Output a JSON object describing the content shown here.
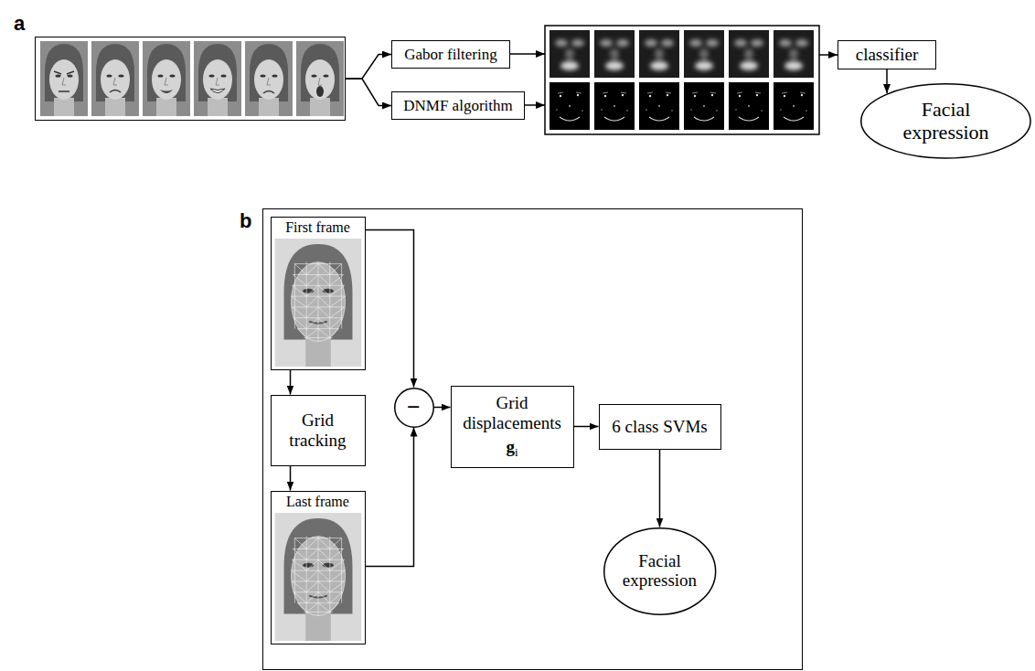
{
  "diagram": {
    "nodes": [
      {
        "text": [
          "a"
        ]
      },
      {
        "text": [
          "Gabor filtering"
        ]
      },
      {
        "text": [
          "DNMF algorithm"
        ]
      },
      {
        "text": [
          "classifier"
        ]
      },
      {
        "text": [
          "Facial expression"
        ]
      },
      {
        "text": [
          "b"
        ]
      },
      {
        "text": [
          "First frame"
        ],
        "in": 5
      },
      {
        "text": [
          "Grid tracking"
        ],
        "in": 5
      },
      {
        "text": [
          "Last frame"
        ],
        "in": 5
      },
      {
        "text": [
          "−"
        ],
        "in": 5
      },
      {
        "text": [
          "Grid displacements",
          "g",
          "i"
        ],
        "in": 5
      },
      {
        "text": [
          "6 class SVMs"
        ],
        "in": 5
      },
      {
        "text": [
          "Facial expression"
        ],
        "in": 5
      }
    ],
    "edges": [
      {
        "from": 0,
        "to": 1,
        "arrow": "to"
      },
      {
        "from": 0,
        "to": 2,
        "arrow": "to"
      },
      {
        "from": 3,
        "to": 4,
        "arrow": "to"
      },
      {
        "from": 6,
        "to": 7,
        "arrow": "to"
      },
      {
        "from": 7,
        "to": 8,
        "arrow": "to"
      },
      {
        "from": 6,
        "to": 9,
        "arrow": "to"
      },
      {
        "from": 8,
        "to": 9,
        "arrow": "to"
      },
      {
        "from": 9,
        "to": 10,
        "arrow": "to"
      },
      {
        "from": 10,
        "to": 11,
        "arrow": "to"
      },
      {
        "from": 11,
        "to": 12,
        "arrow": "to"
      }
    ]
  }
}
